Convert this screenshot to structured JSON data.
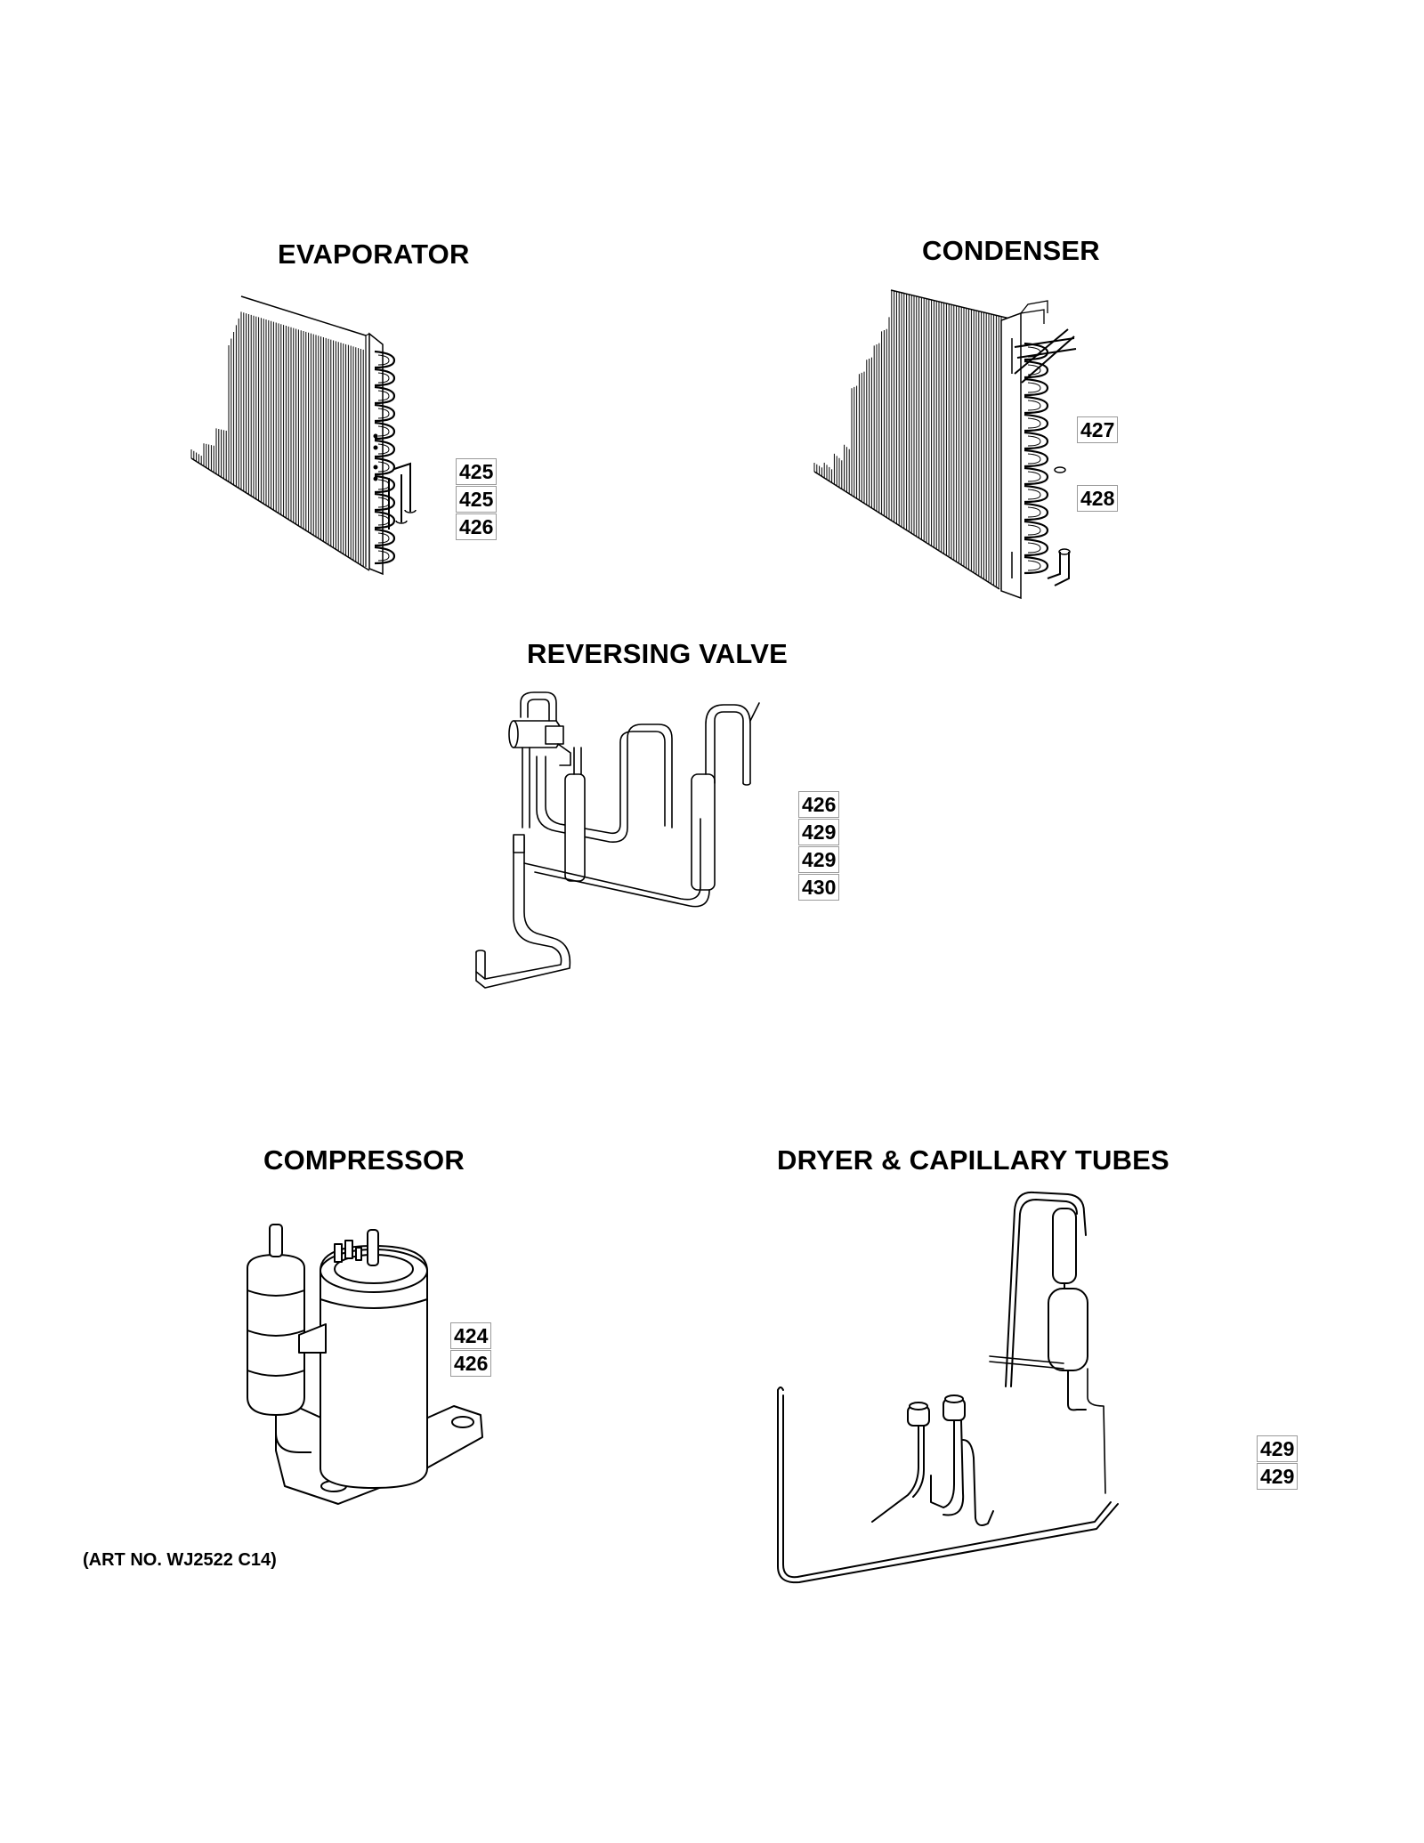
{
  "sections": {
    "evaporator": {
      "title": "EVAPORATOR",
      "callouts": [
        "425",
        "425",
        "426"
      ]
    },
    "condenser": {
      "title": "CONDENSER",
      "callouts": [
        "427",
        "428"
      ]
    },
    "reversing_valve": {
      "title": "REVERSING VALVE",
      "callouts": [
        "426",
        "429",
        "429",
        "430"
      ]
    },
    "compressor": {
      "title": "COMPRESSOR",
      "callouts": [
        "424",
        "426"
      ]
    },
    "dryer_capillary": {
      "title": "DRYER & CAPILLARY TUBES",
      "callouts": [
        "429",
        "429"
      ]
    }
  },
  "art_number": "(ART NO. WJ2522 C14)"
}
